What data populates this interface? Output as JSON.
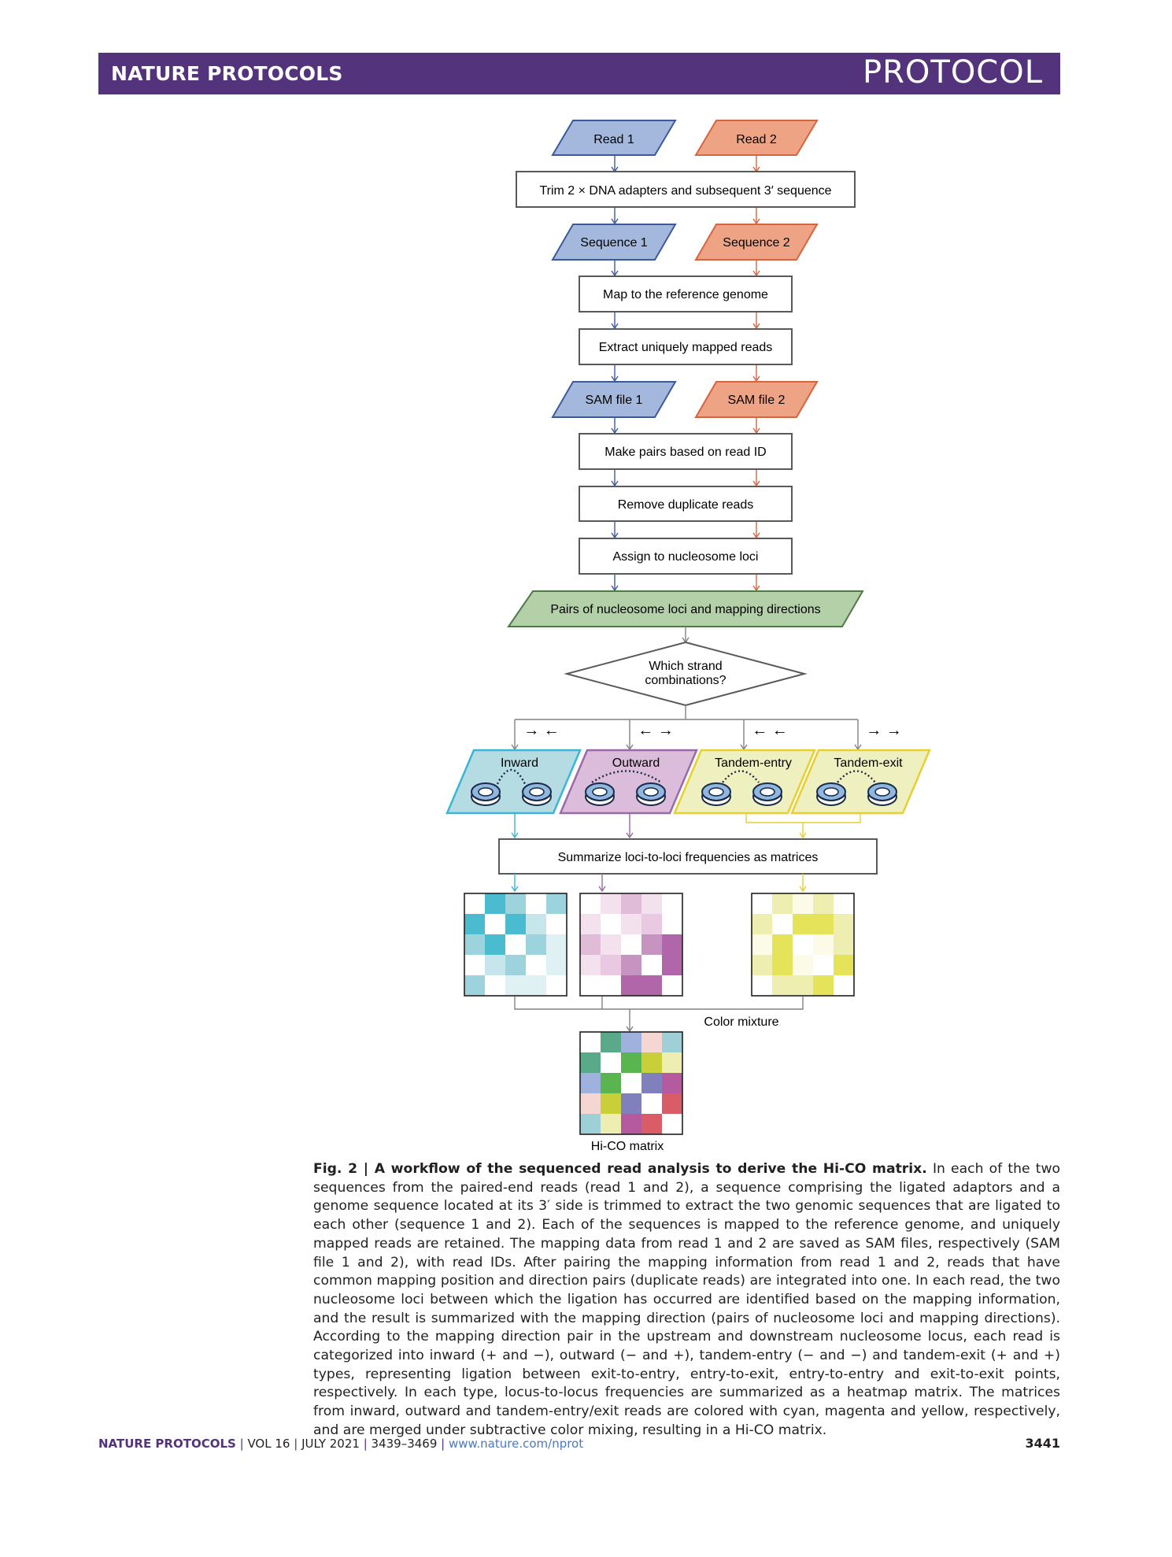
{
  "header": {
    "journal": "NATURE PROTOCOLS",
    "article_type": "PROTOCOL"
  },
  "flow": {
    "read1": "Read 1",
    "read2": "Read 2",
    "trim": "Trim 2 × DNA adapters and subsequent 3′ sequence",
    "seq1": "Sequence 1",
    "seq2": "Sequence 2",
    "map": "Map to the reference genome",
    "extract": "Extract uniquely mapped reads",
    "sam1": "SAM file 1",
    "sam2": "SAM file 2",
    "pairs": "Make pairs based on read ID",
    "dedup": "Remove duplicate reads",
    "assign": "Assign to nucleosome loci",
    "pairs_loci": "Pairs of nucleosome loci and mapping directions",
    "decision_line1": "Which strand",
    "decision_line2": "combinations?",
    "type_inward": "Inward",
    "type_outward": "Outward",
    "type_tandem_entry": "Tandem-entry",
    "type_tandem_exit": "Tandem-exit",
    "dir_inward": "→ ←",
    "dir_outward": "← →",
    "dir_tandem_entry": "← ←",
    "dir_tandem_exit": "→ →",
    "summarize": "Summarize loci-to-loci frequencies as matrices",
    "color_mixture": "Color mixture",
    "hico_label": "Hi-CO matrix"
  },
  "colors": {
    "header": "#53337c",
    "read1_fill": "#a4b8dd",
    "read1_stroke": "#3b5a9a",
    "read2_fill": "#eea385",
    "read2_stroke": "#d5643f",
    "green_fill": "#b3d0a9",
    "green_stroke": "#4d7a45",
    "inward_fill": "#b5dce2",
    "inward_stroke": "#3ab5d6",
    "outward_fill": "#dcbcdb",
    "outward_stroke": "#9a6aa8",
    "tandem_fill": "#eff0c0",
    "tandem_stroke": "#e8cf2e"
  },
  "heatmaps": {
    "inward": [
      [
        "#ffffff",
        "#4bbccf",
        "#9dd3dc",
        "#ffffff",
        "#9dd3dc"
      ],
      [
        "#4bbccf",
        "#ffffff",
        "#4bbccf",
        "#c7e6eb",
        "#ffffff"
      ],
      [
        "#9dd3dc",
        "#4bbccf",
        "#ffffff",
        "#9dd3dc",
        "#e0f1f3"
      ],
      [
        "#ffffff",
        "#c7e6eb",
        "#9dd3dc",
        "#ffffff",
        "#e0f1f3"
      ],
      [
        "#9dd3dc",
        "#ffffff",
        "#e0f1f3",
        "#e0f1f3",
        "#ffffff"
      ]
    ],
    "outward": [
      [
        "#ffffff",
        "#f3e1ee",
        "#e1bcd8",
        "#f3e1ee",
        "#ffffff"
      ],
      [
        "#f3e1ee",
        "#ffffff",
        "#f3e1ee",
        "#e8c9e1",
        "#ffffff"
      ],
      [
        "#e1bcd8",
        "#f3e1ee",
        "#ffffff",
        "#c794c2",
        "#b066a8"
      ],
      [
        "#f3e1ee",
        "#e8c9e1",
        "#c794c2",
        "#ffffff",
        "#b066a8"
      ],
      [
        "#ffffff",
        "#ffffff",
        "#b066a8",
        "#b066a8",
        "#ffffff"
      ]
    ],
    "tandem": [
      [
        "#ffffff",
        "#eeeeb0",
        "#fbfbe8",
        "#eeeeb0",
        "#ffffff"
      ],
      [
        "#eeeeb0",
        "#ffffff",
        "#e4e35a",
        "#e4e35a",
        "#eeeeb0"
      ],
      [
        "#fbfbe8",
        "#e4e35a",
        "#ffffff",
        "#fbfbe8",
        "#eeeeb0"
      ],
      [
        "#eeeeb0",
        "#e4e35a",
        "#fbfbe8",
        "#ffffff",
        "#e4e35a"
      ],
      [
        "#ffffff",
        "#eeeeb0",
        "#eeeeb0",
        "#e4e35a",
        "#ffffff"
      ]
    ],
    "hico": [
      [
        "#ffffff",
        "#5aa98a",
        "#9fb2de",
        "#f6d6d2",
        "#9fd0d8"
      ],
      [
        "#5aa98a",
        "#ffffff",
        "#5ab44f",
        "#c9cf38",
        "#eeeeb3"
      ],
      [
        "#9fb2de",
        "#5ab44f",
        "#ffffff",
        "#8080bd",
        "#b65aa0"
      ],
      [
        "#f6d6d2",
        "#c9cf38",
        "#8080bd",
        "#ffffff",
        "#d95c67"
      ],
      [
        "#9fd0d8",
        "#eeeeb3",
        "#b65aa0",
        "#d95c67",
        "#ffffff"
      ]
    ]
  },
  "caption": {
    "title": "Fig. 2 | A workflow of the sequenced read analysis to derive the Hi-CO matrix.",
    "body": "In each of the two sequences from the paired-end reads (read 1 and 2), a sequence comprising the ligated adaptors and a genome sequence located at its 3′ side is trimmed to extract the two genomic sequences that are ligated to each other (sequence 1 and 2). Each of the sequences is mapped to the reference genome, and uniquely mapped reads are retained. The mapping data from read 1 and 2 are saved as SAM files, respectively (SAM file 1 and 2), with read IDs. After pairing the mapping information from read 1 and 2, reads that have common mapping position and direction pairs (duplicate reads) are integrated into one. In each read, the two nucleosome loci between which the ligation has occurred are identified based on the mapping information, and the result is summarized with the mapping direction (pairs of nucleosome loci and mapping directions). According to the mapping direction pair in the upstream and downstream nucleosome locus, each read is categorized into inward (+ and −), outward (− and +), tandem-entry (− and −) and tandem-exit (+ and +) types, representing ligation between exit-to-entry, entry-to-exit, entry-to-entry and exit-to-exit points, respectively. In each type, locus-to-locus frequencies are summarized as a heatmap matrix. The matrices from inward, outward and tandem-entry/exit reads are colored with cyan, magenta and yellow, respectively, and are merged under subtractive color mixing, resulting in a Hi-CO matrix."
  },
  "footer": {
    "journal": "NATURE PROTOCOLS",
    "volume": "VOL 16",
    "date": "JULY 2021",
    "pages": "3439–3469",
    "url": "www.nature.com/nprot",
    "page_number": "3441"
  }
}
